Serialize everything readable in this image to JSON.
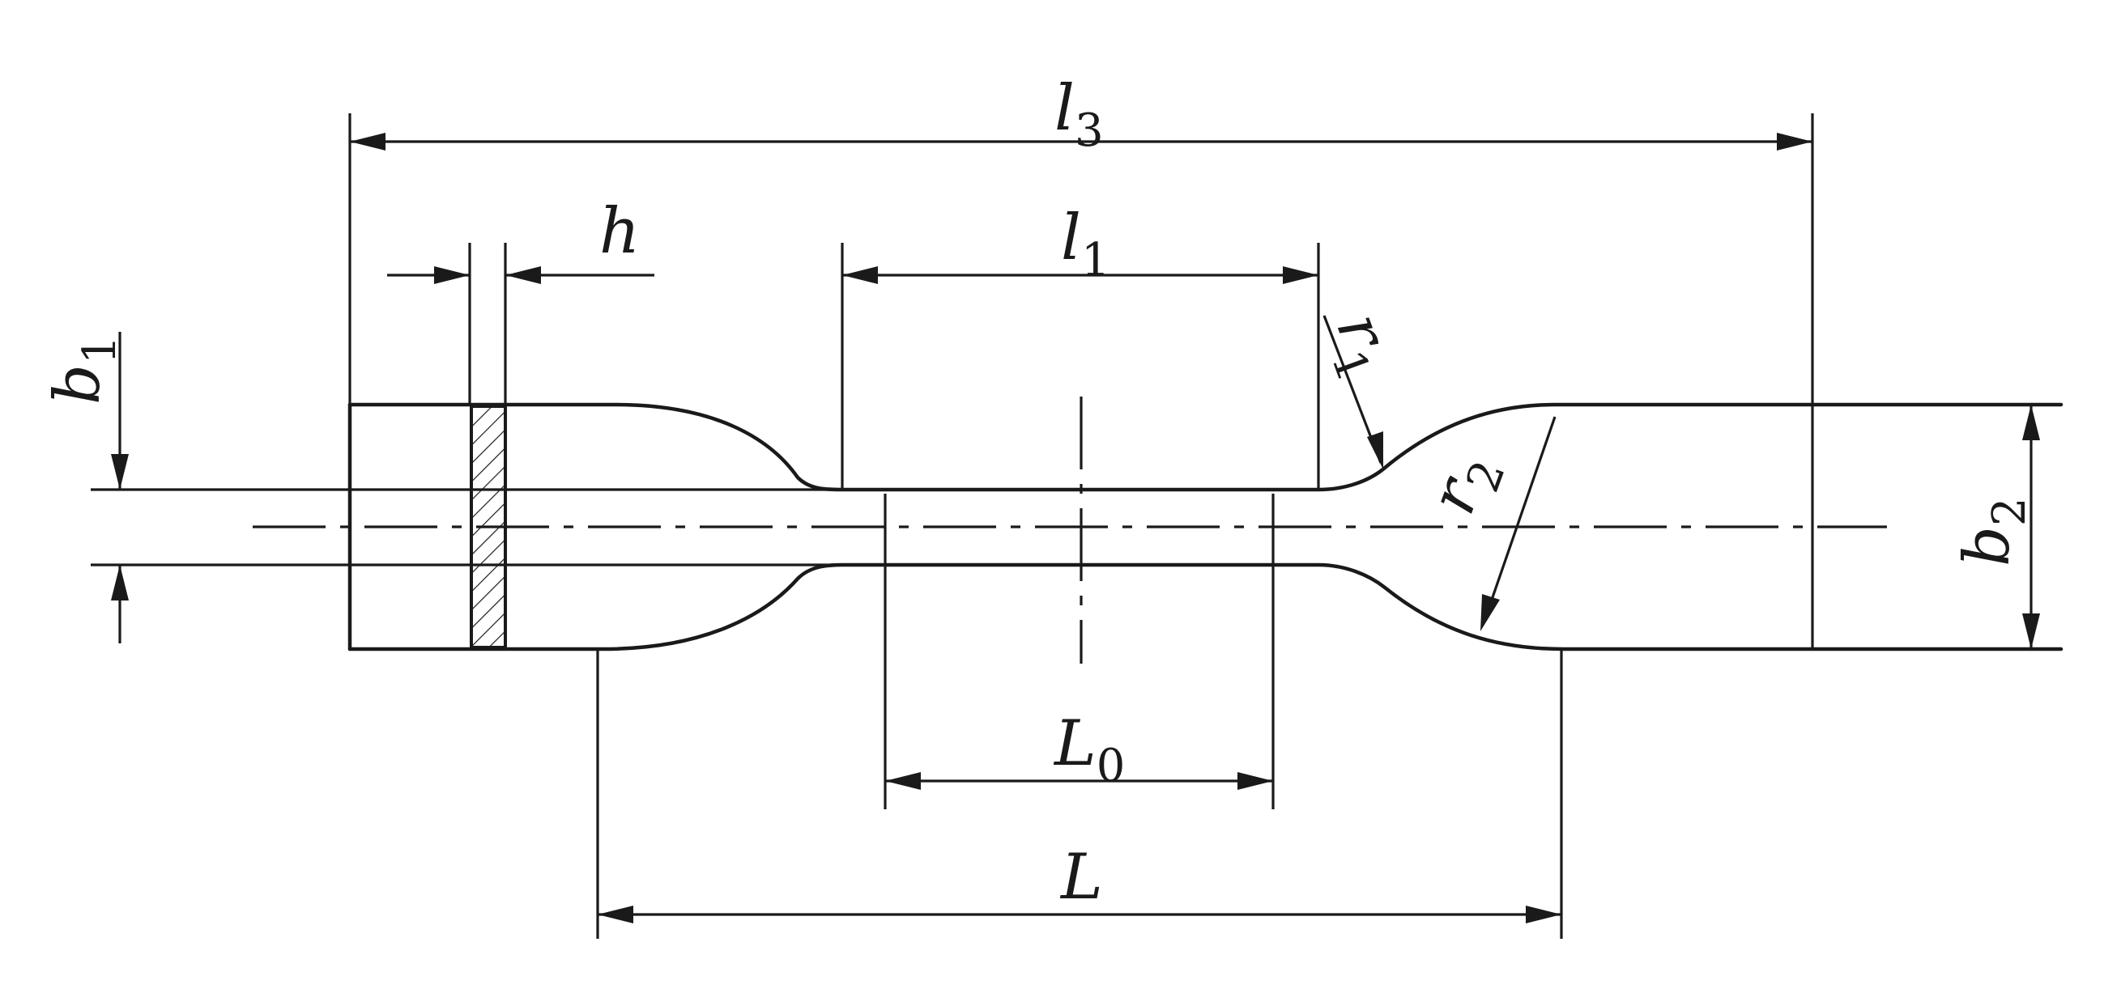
{
  "labels": {
    "l3": {
      "main": "l",
      "sub": "3"
    },
    "l1": {
      "main": "l",
      "sub": "1"
    },
    "h": {
      "main": "h",
      "sub": ""
    },
    "b1": {
      "main": "b",
      "sub": "1"
    },
    "b2": {
      "main": "b",
      "sub": "2"
    },
    "r1": {
      "main": "r",
      "sub": "1"
    },
    "r2": {
      "main": "r",
      "sub": "2"
    },
    "L0": {
      "main": "L",
      "sub": "0"
    },
    "L": {
      "main": "L",
      "sub": ""
    }
  },
  "colors": {
    "stroke": "#1a1a1a",
    "background": "#ffffff"
  }
}
